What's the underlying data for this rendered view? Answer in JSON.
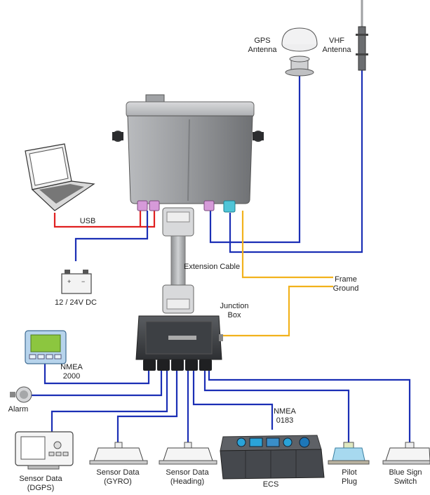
{
  "labels": {
    "gps_antenna": "GPS\nAntenna",
    "vhf_antenna": "VHF\nAntenna",
    "usb": "USB",
    "power": "12 / 24V DC",
    "extension_cable": "Extension Cable",
    "frame_ground": "Frame\nGround",
    "junction_box": "Junction\nBox",
    "nmea2000": "NMEA\n2000",
    "alarm": "Alarm",
    "nmea0183": "NMEA\n0183",
    "sensor_dgps": "Sensor Data\n(DGPS)",
    "sensor_gyro": "Sensor Data\n(GYRO)",
    "sensor_heading": "Sensor Data\n(Heading)",
    "ecs": "ECS",
    "pilot_plug": "Pilot\nPlug",
    "blue_sign_switch": "Blue Sign\nSwitch"
  },
  "colors": {
    "signal_cable": "#1b2fb5",
    "usb_cable": "#e02020",
    "ground_cable": "#f2b21c",
    "device_gray": "#8a8c8f",
    "display_green": "#8cc63f"
  }
}
